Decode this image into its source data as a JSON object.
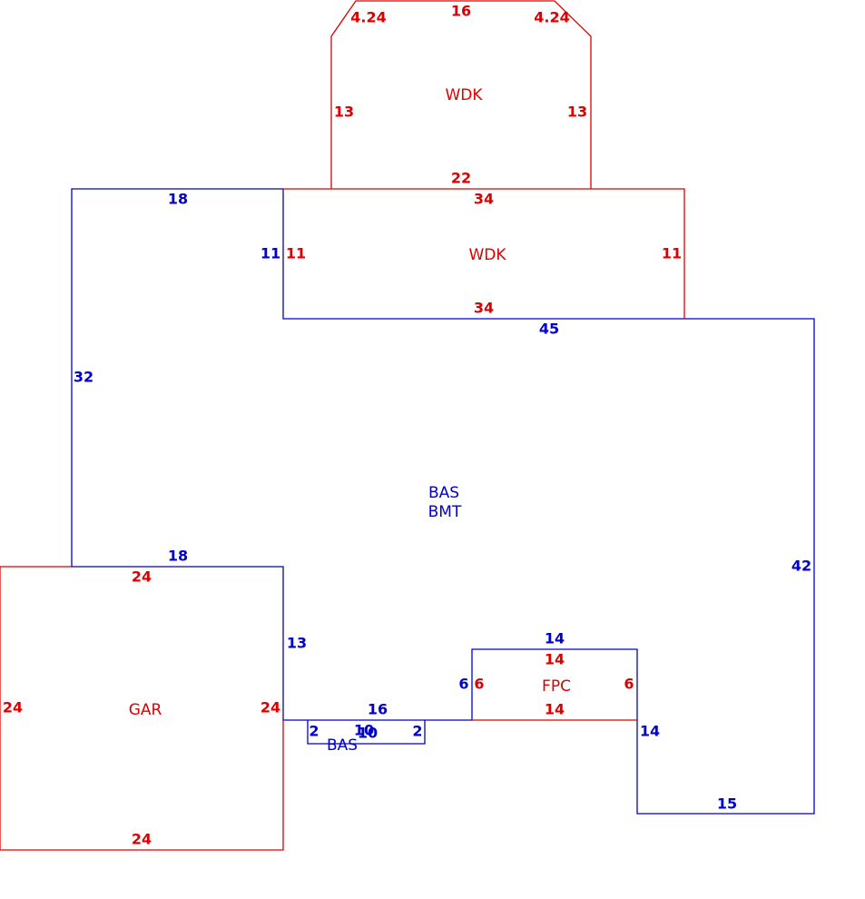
{
  "colors": {
    "main": "#0000cc",
    "addition": "#dd0000",
    "background": "#ffffff"
  },
  "areas": {
    "deck_top": "WDK",
    "deck_mid": "WDK",
    "main_1": "BAS",
    "main_2": "BMT",
    "garage": "GAR",
    "porch": "FPC",
    "bay": "BAS"
  },
  "dims": {
    "deck_top_diag_left": "4.24",
    "deck_top_top": "16",
    "deck_top_diag_right": "4.24",
    "deck_top_left": "13",
    "deck_top_right": "13",
    "deck_top_bottom": "22",
    "main_top_left": "18",
    "deck_mid_top": "34",
    "main_inner_left": "11",
    "deck_mid_left": "11",
    "deck_mid_right": "11",
    "deck_mid_bottom": "34",
    "main_top_right": "45",
    "main_left": "32",
    "main_lower_left": "18",
    "garage_top": "24",
    "main_right": "42",
    "main_garage_side": "13",
    "porch_top_main": "14",
    "porch_top": "14",
    "main_porch_left": "6",
    "porch_left": "6",
    "porch_right": "6",
    "garage_left": "24",
    "garage_right": "24",
    "main_bottom_mid": "16",
    "porch_bottom": "14",
    "bay_left": "2",
    "bay_front_1": "10",
    "bay_front_2": "10",
    "bay_right": "2",
    "main_right_drop": "14",
    "main_bottom_right": "15",
    "garage_bottom": "24"
  }
}
